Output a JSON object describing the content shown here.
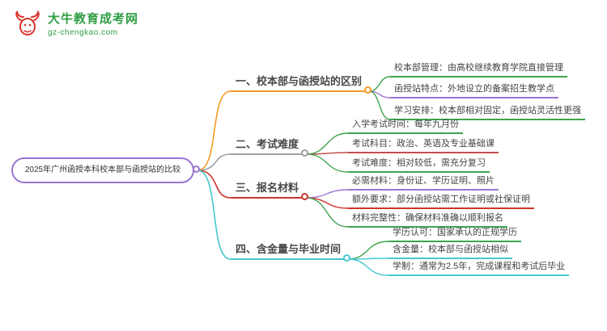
{
  "logo": {
    "title": "大牛教育成考网",
    "subtitle": "gz-chengkao.com",
    "icon": "bull-icon",
    "brand_green": "#2f9e44",
    "brand_red": "#d9342b"
  },
  "palette": {
    "purple": "#9b76d0",
    "orange": "#f59a23",
    "gray": "#9aa0a6",
    "red": "#d0342c",
    "crimson": "#c0504d",
    "green": "#3fa44e",
    "cyan": "#45c8d0"
  },
  "mindmap": {
    "root": {
      "label": "2025年广州函授本科校本部与函授站的比较",
      "color": "#9b76d0"
    },
    "branches": [
      {
        "label": "一、校本部与函授站的区别",
        "color": "#f59a23",
        "children": [
          {
            "text": "校本部管理：由高校继续教育学院直接管理",
            "color": "#3fa44e"
          },
          {
            "text": "函授站特点：外地设立的备案招生教学点",
            "color": "#9b76d0"
          },
          {
            "text": "学习安排：校本部相对固定，函授站灵活性更强",
            "color": "#3fa44e"
          }
        ]
      },
      {
        "label": "二、考试难度",
        "color": "#9aa0a6",
        "children": [
          {
            "text": "入学考试时间：每年九月份",
            "color": "#3fa44e"
          },
          {
            "text": "考试科目：政治、英语及专业基础课",
            "color": "#c0504d"
          },
          {
            "text": "考试难度：相对较低，需充分复习",
            "color": "#3fa44e"
          }
        ]
      },
      {
        "label": "三、报名材料",
        "color": "#d0342c",
        "children": [
          {
            "text": "必需材料：身份证、学历证明、照片",
            "color": "#9b76d0"
          },
          {
            "text": "额外要求：部分函授站需工作证明或社保证明",
            "color": "#d0342c"
          },
          {
            "text": "材料完整性：确保材料准确以顺利报名",
            "color": "#3fa44e"
          }
        ]
      },
      {
        "label": "四、含金量与毕业时间",
        "color": "#45c8d0",
        "children": [
          {
            "text": "学历认可：国家承认的正规学历",
            "color": "#3fa44e"
          },
          {
            "text": "含金量：校本部与函授站相似",
            "color": "#45c8d0"
          },
          {
            "text": "学制：通常为2.5年，完成课程和考试后毕业",
            "color": "#45c8d0"
          }
        ]
      }
    ]
  }
}
